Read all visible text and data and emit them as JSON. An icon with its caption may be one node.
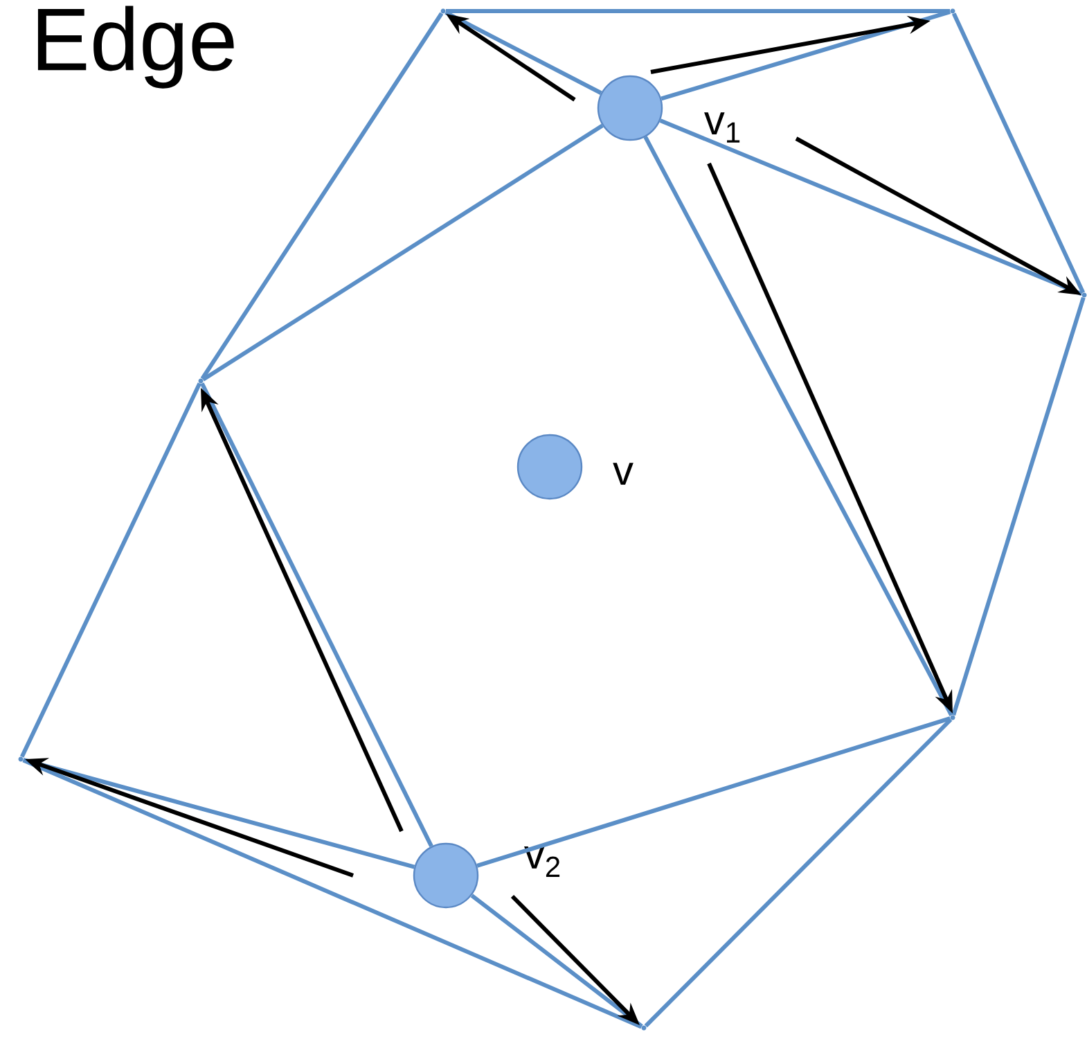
{
  "diagram": {
    "title": "Edge",
    "nodes": [
      {
        "text": [],
        "shape": "point"
      },
      {
        "text": [],
        "shape": "point"
      },
      {
        "text": [],
        "shape": "circle",
        "beside": [
          "v$_{1}$"
        ]
      },
      {
        "text": [],
        "shape": "point"
      },
      {
        "text": [],
        "shape": "point"
      },
      {
        "text": [],
        "shape": "circle",
        "beside": [
          "v"
        ]
      },
      {
        "text": [],
        "shape": "point"
      },
      {
        "text": [],
        "shape": "point"
      },
      {
        "text": [],
        "shape": "circle",
        "beside": [
          "v$_{2}$"
        ]
      },
      {
        "text": [],
        "shape": "point"
      }
    ],
    "edges": [
      {
        "from": 0,
        "to": 1,
        "arrow": "none"
      },
      {
        "from": 1,
        "to": 3,
        "arrow": "none"
      },
      {
        "from": 3,
        "to": 6,
        "arrow": "none"
      },
      {
        "from": 6,
        "to": 9,
        "arrow": "none"
      },
      {
        "from": 7,
        "to": 9,
        "arrow": "none"
      },
      {
        "from": 0,
        "to": 4,
        "arrow": "none"
      },
      {
        "from": 4,
        "to": 7,
        "arrow": "none"
      },
      {
        "from": 2,
        "to": 0,
        "arrow": "none"
      },
      {
        "from": 2,
        "to": 1,
        "arrow": "none"
      },
      {
        "from": 2,
        "to": 3,
        "arrow": "none"
      },
      {
        "from": 2,
        "to": 6,
        "arrow": "none"
      },
      {
        "from": 2,
        "to": 4,
        "arrow": "none"
      },
      {
        "from": 8,
        "to": 4,
        "arrow": "none"
      },
      {
        "from": 8,
        "to": 7,
        "arrow": "none"
      },
      {
        "from": 8,
        "to": 9,
        "arrow": "none"
      },
      {
        "from": 8,
        "to": 6,
        "arrow": "none"
      },
      {
        "from": 2,
        "to": 0,
        "arrow": "to",
        "color": "#000000"
      },
      {
        "from": 2,
        "to": 1,
        "arrow": "to",
        "color": "#000000"
      },
      {
        "from": 2,
        "to": 3,
        "arrow": "to",
        "color": "#000000"
      },
      {
        "from": 2,
        "to": 6,
        "arrow": "to",
        "color": "#000000"
      },
      {
        "from": 8,
        "to": 4,
        "arrow": "to",
        "color": "#000000"
      },
      {
        "from": 8,
        "to": 7,
        "arrow": "to",
        "color": "#000000"
      },
      {
        "from": 8,
        "to": 9,
        "arrow": "to",
        "color": "#000000"
      }
    ]
  }
}
